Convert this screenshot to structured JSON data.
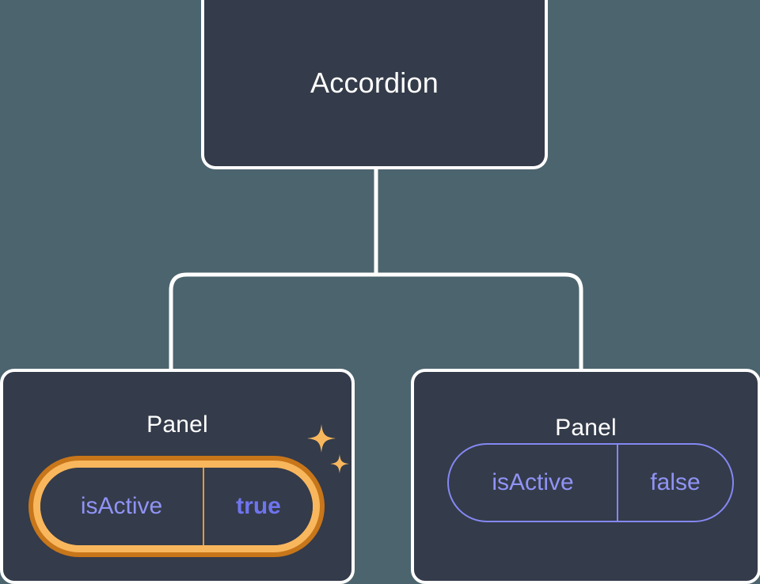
{
  "theme": {
    "background": "#4c646e",
    "card_fill": "#343b4a",
    "card_border": "#ffffff",
    "connector": "#ffffff",
    "prop_text": "#9093f5",
    "prop_border": "#8488f2",
    "highlight_outer": "#c8761a",
    "highlight_inner": "#f9b75d",
    "highlight_value_text": "#6f74ef",
    "sparkle": "#f9b75d"
  },
  "diagram": {
    "type": "component-tree",
    "root": {
      "title": "Accordion"
    },
    "children": [
      {
        "title": "Panel",
        "highlighted": true,
        "prop": {
          "key": "isActive",
          "value": "true"
        }
      },
      {
        "title": "Panel",
        "highlighted": false,
        "prop": {
          "key": "isActive",
          "value": "false"
        }
      }
    ],
    "decorations": {
      "sparkle_large": "sparkle-icon",
      "sparkle_small": "sparkle-icon"
    }
  }
}
